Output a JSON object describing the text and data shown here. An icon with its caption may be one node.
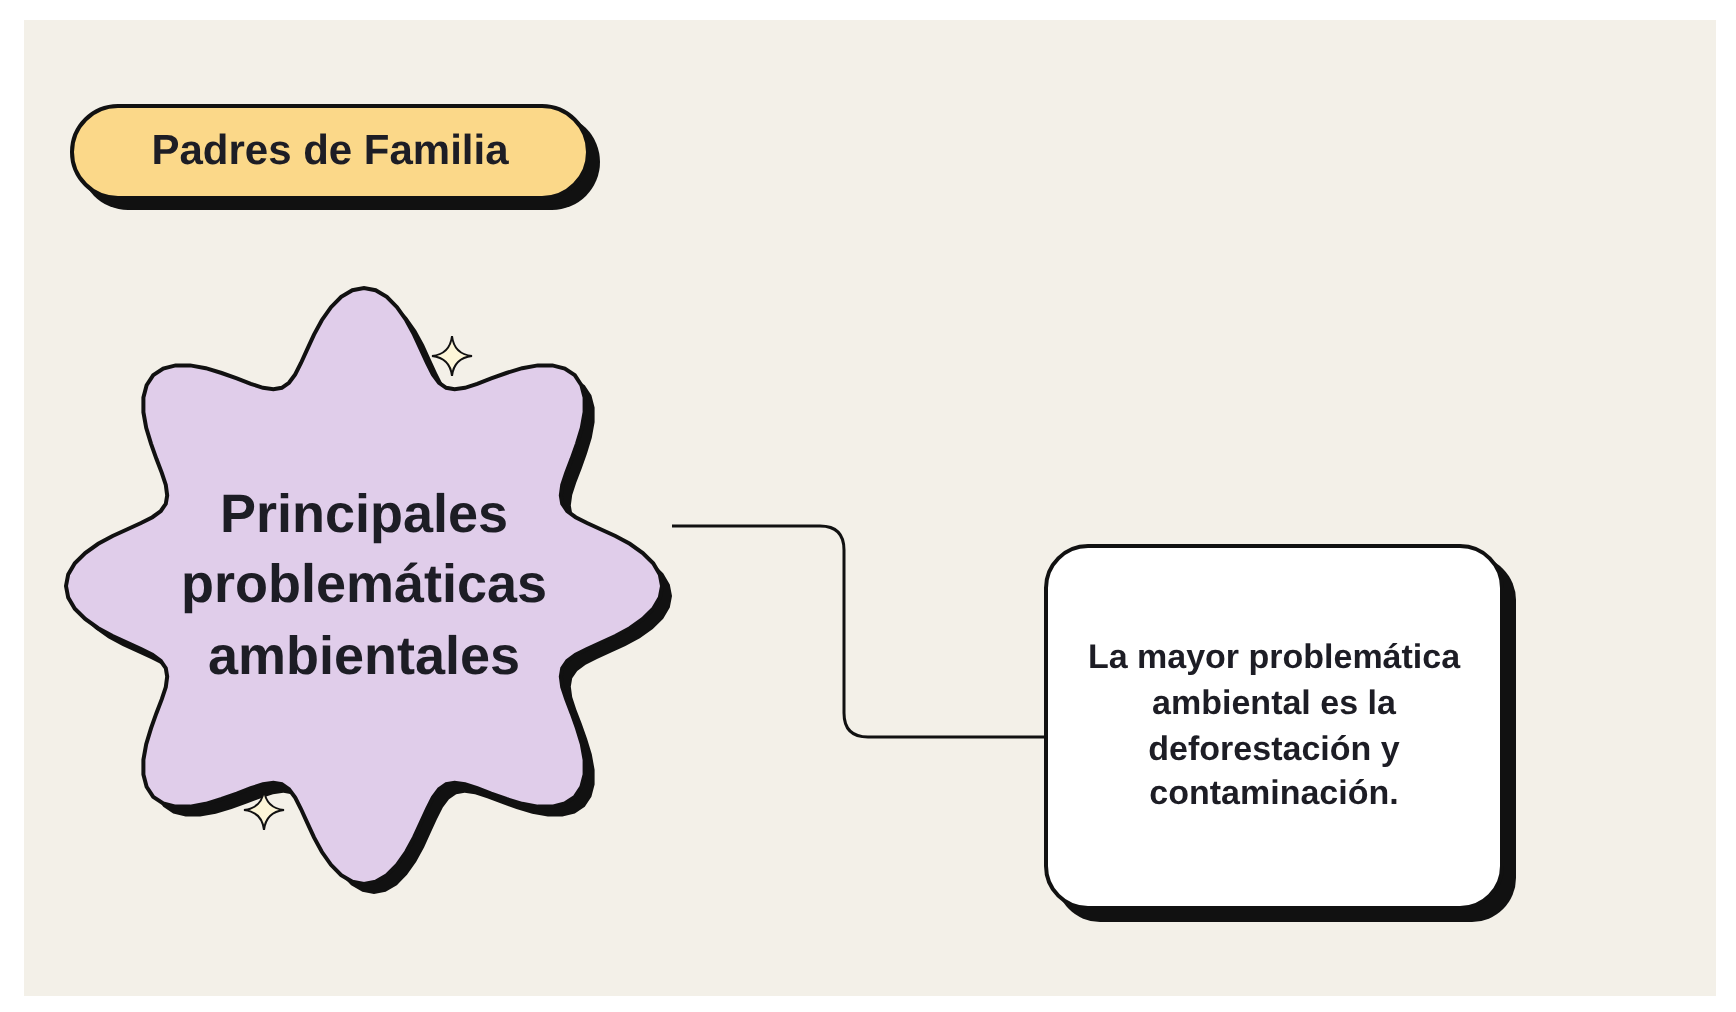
{
  "diagram": {
    "nodes": [
      {
        "text": [
          "Padres de Familia"
        ]
      },
      {
        "text": [
          "Principales problemáticas ambientales"
        ]
      },
      {
        "text": [
          "La mayor problemática ambiental es la deforestación y contaminación."
        ]
      }
    ],
    "edges": [
      {
        "from": 1,
        "to": 2,
        "arrow": "none"
      }
    ]
  }
}
